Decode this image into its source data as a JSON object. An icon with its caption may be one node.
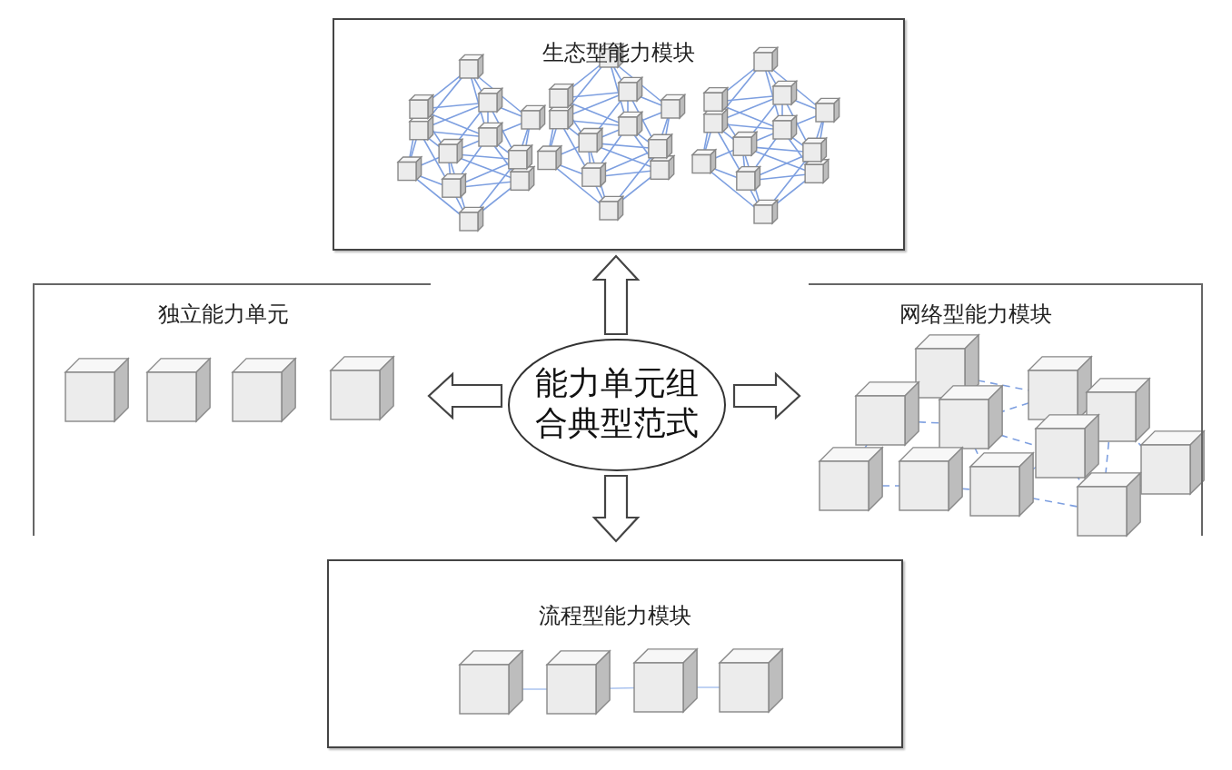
{
  "diagram": {
    "nodes": [
      {
        "text": [
          "能力单元组合典型范式"
        ]
      },
      {
        "text": [
          "生态型能力模块"
        ]
      },
      {
        "text": [
          "独立能力单元"
        ]
      },
      {
        "text": [
          "网络型能力模块"
        ]
      },
      {
        "text": [
          "流程型能力模块"
        ]
      }
    ],
    "edges": [
      {
        "from": 0,
        "to": 1,
        "arrow": "to"
      },
      {
        "from": 0,
        "to": 2,
        "arrow": "to"
      },
      {
        "from": 0,
        "to": 3,
        "arrow": "to"
      },
      {
        "from": 0,
        "to": 4,
        "arrow": "to"
      }
    ]
  }
}
